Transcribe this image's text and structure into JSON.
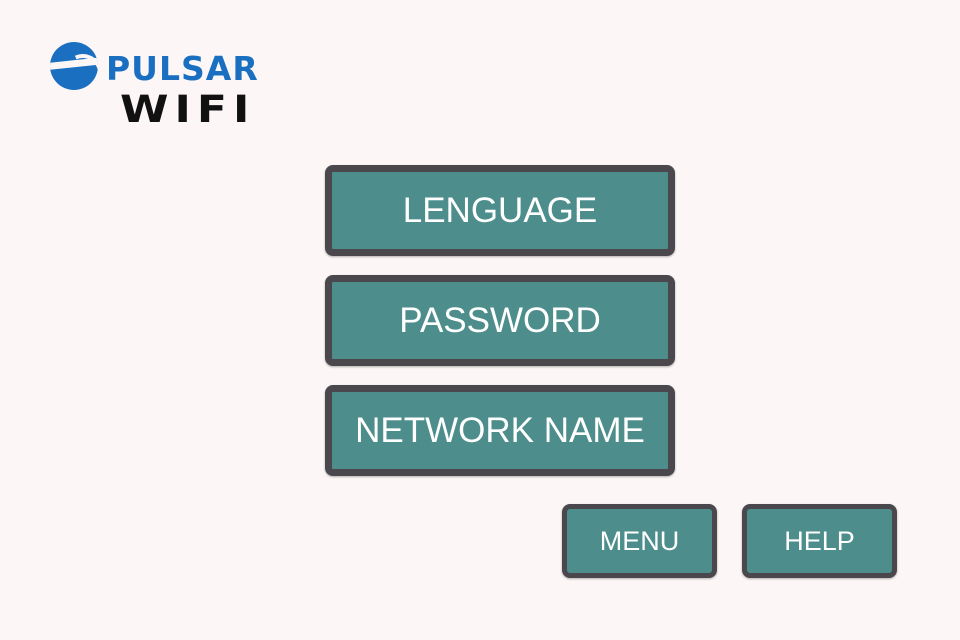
{
  "logo": {
    "brand": "PULSAR",
    "subtitle": "WIFI"
  },
  "menu": {
    "language_label": "LENGUAGE",
    "password_label": "PASSWORD",
    "network_name_label": "NETWORK NAME"
  },
  "footer": {
    "menu_label": "MENU",
    "help_label": "HELP"
  },
  "colors": {
    "button_fill": "#4d8e8c",
    "button_border": "#4a484d",
    "brand_blue": "#1a6fc0",
    "background": "#fcf7f6"
  }
}
